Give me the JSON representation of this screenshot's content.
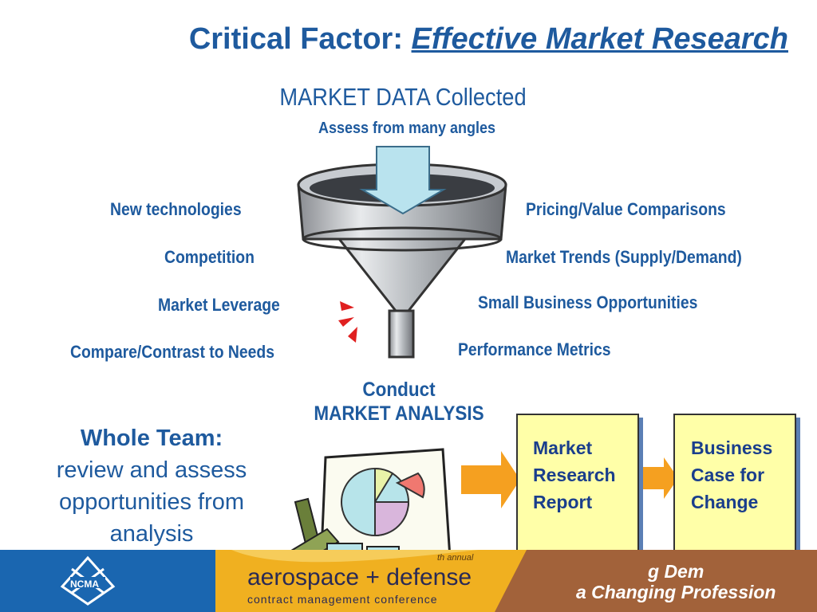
{
  "title": {
    "prefix": "Critical Factor:",
    "emphasis": "Effective Market Research"
  },
  "funnel": {
    "heading": "MARKET DATA Collected",
    "subheading": "Assess from many angles",
    "output_line1": "Conduct",
    "output_line2": "MARKET ANALYSIS"
  },
  "left_factors": [
    "New technologies",
    "Competition",
    "Market Leverage",
    "Compare/Contrast  to Needs"
  ],
  "right_factors": [
    "Pricing/Value Comparisons",
    "Market Trends (Supply/Demand)",
    "Small Business Opportunities",
    "Performance Metrics"
  ],
  "team": {
    "heading": "Whole Team:",
    "line1": "review and assess",
    "line2": "opportunities from",
    "line3": "analysis"
  },
  "documents": [
    {
      "line1": "Market",
      "line2": "Research",
      "line3": "Report"
    },
    {
      "line1": "Business",
      "line2": "Case for",
      "line3": "Change"
    }
  ],
  "footer": {
    "logo_text": "NCMA",
    "annual": "th annual",
    "conf_line1": "aerospace + defense",
    "conf_line2": "contract management conference",
    "tag_line1": "g Dem",
    "tag_line2": "a Changing Profession"
  },
  "colors": {
    "title": "#1e5a9e",
    "arrow": "#f5a020",
    "doc_fill": "#ffffa8",
    "footer_blue": "#1a66b0",
    "footer_gold": "#f0b020"
  }
}
